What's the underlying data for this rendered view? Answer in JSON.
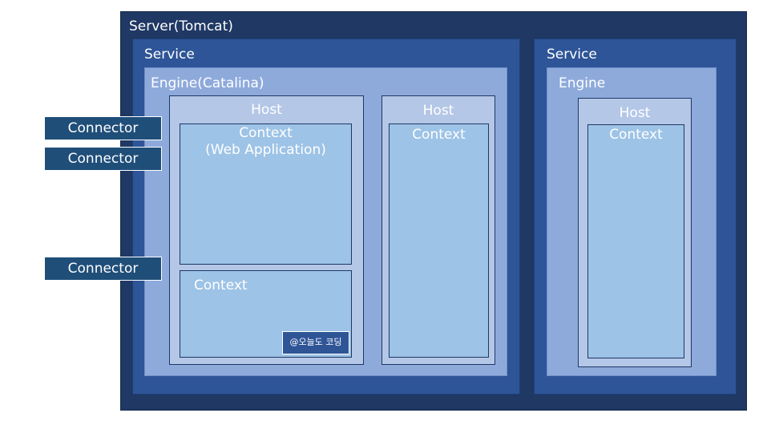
{
  "server": {
    "label": "Server(Tomcat)"
  },
  "service_left": {
    "label": "Service",
    "engine": {
      "label": "Engine(Catalina)",
      "host1": {
        "label": "Host",
        "context1": {
          "line1": "Context",
          "line2": "(Web Application)"
        },
        "context2": {
          "label": "Context"
        }
      },
      "host2": {
        "label": "Host",
        "context": {
          "label": "Context"
        }
      }
    }
  },
  "service_right": {
    "label": "Service",
    "engine": {
      "label": "Engine",
      "host": {
        "label": "Host",
        "context": {
          "label": "Context"
        }
      }
    }
  },
  "connectors": [
    {
      "label": "Connector"
    },
    {
      "label": "Connector"
    },
    {
      "label": "Connector"
    }
  ],
  "watermark": {
    "text": "@오늘도 코딩"
  }
}
